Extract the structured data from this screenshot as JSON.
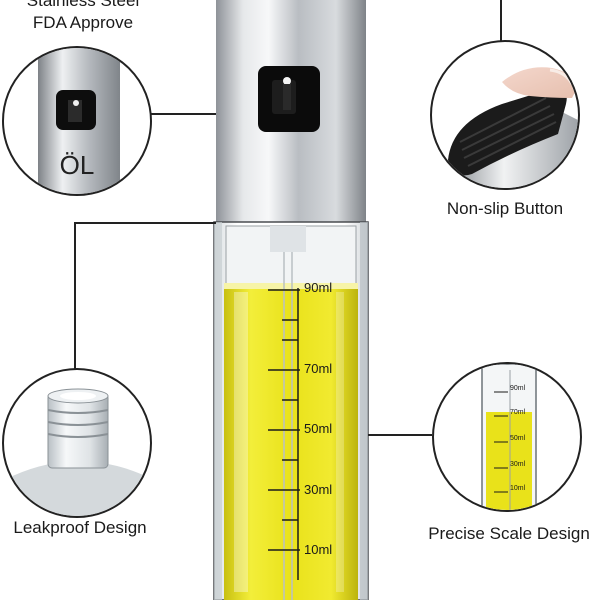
{
  "features": {
    "stainless": {
      "line1": "Stainless Steel",
      "line2": "FDA Approve",
      "badge_text": "ÖL"
    },
    "nonslip": {
      "label": "Non-slip Button"
    },
    "leakproof": {
      "label": "Leakproof Design"
    },
    "scale": {
      "label": "Precise Scale Design",
      "inset_marks": [
        "90ml",
        "70ml",
        "50ml",
        "30ml",
        "10ml"
      ]
    }
  },
  "bottle": {
    "scale_marks": [
      "90ml",
      "70ml",
      "50ml",
      "30ml",
      "10ml"
    ]
  },
  "colors": {
    "oil": "#e9e21a",
    "steel": "#c9ccd0",
    "outline": "#222222"
  }
}
